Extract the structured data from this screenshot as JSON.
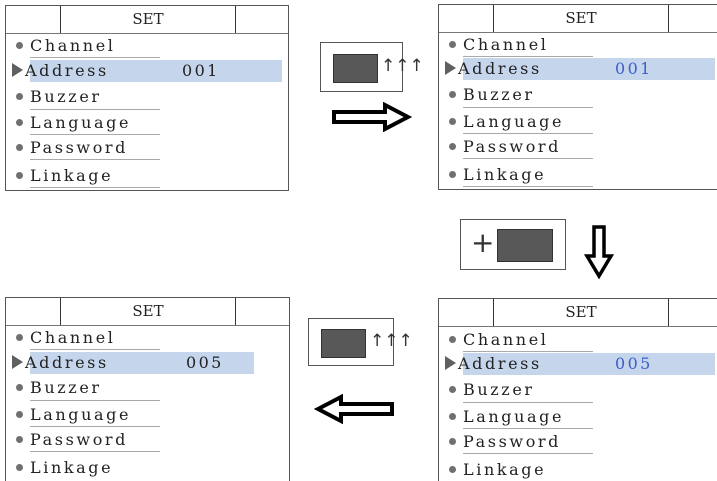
{
  "panels": [
    {
      "title": "SET",
      "items": [
        "Channel",
        "Address",
        "Buzzer",
        "Language",
        "Password",
        "Linkage"
      ],
      "selected_index": 1,
      "value": "001"
    },
    {
      "title": "SET",
      "items": [
        "Channel",
        "Address",
        "Buzzer",
        "Language",
        "Password",
        "Linkage"
      ],
      "selected_index": 1,
      "value": "001"
    },
    {
      "title": "SET",
      "items": [
        "Channel",
        "Address",
        "Buzzer",
        "Language",
        "Password",
        "Linkage"
      ],
      "selected_index": 1,
      "value": "005"
    },
    {
      "title": "SET",
      "items": [
        "Channel",
        "Address",
        "Buzzer",
        "Language",
        "Password",
        "Linkage"
      ],
      "selected_index": 1,
      "value": "005"
    }
  ],
  "steps": {
    "step1": {
      "icon": "up-arrows-icon",
      "glyph": "↑↑↑"
    },
    "step2": {
      "modifier": "+"
    },
    "step3": {
      "icon": "up-arrows-icon",
      "glyph": "↑↑↑"
    }
  },
  "colors": {
    "selection_band": "#c5d6ec",
    "value_highlight": "#3b5ec8",
    "key_fill": "#585858"
  }
}
